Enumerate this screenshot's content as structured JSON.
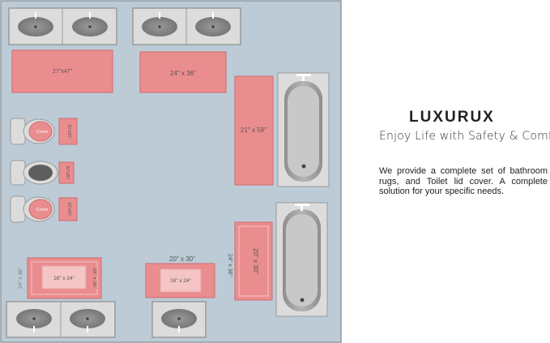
{
  "brand": {
    "logo_text": "LUXURUX",
    "tagline": "Enjoy Life with Safety & Comfort",
    "description": "We provide a complete set of bathroom rugs, and Toilet lid cover. A complete solution for your specific needs."
  },
  "floor_plan": {
    "rug_labels": {
      "rug_27x47": "27\"x47\"",
      "rug_24x36": "24\" x 36\"",
      "rug_21x59": "21\" x 59\"",
      "rug_20x30_right": "20\" x 30\"",
      "rug_24x36_right": "24\" x 36\"",
      "rug_20x30_bottom": "20\" x 30\"",
      "rug_16x24_bottom": "16\" x 24\"",
      "rug_16x24_left": "16\" x 24\"",
      "rug_20x30_left": "20\" x 30\"",
      "rug_24x36_left": "24\" x 36\"",
      "contour_1": "20\"x20\"",
      "contour_2": "20\"x20\"",
      "contour_3": "20\"x20\"",
      "lid_cover_1": "Cover",
      "lid_cover_2": "Cover"
    },
    "colors": {
      "floor": "#bccbd6",
      "rug": "#ea8d8f",
      "rug_border": "#cf6a6d",
      "inner_rug": "#f5c4c5",
      "fixture": "#dcdcdc",
      "basin": "#7a7a7a",
      "drain": "#555555"
    }
  }
}
